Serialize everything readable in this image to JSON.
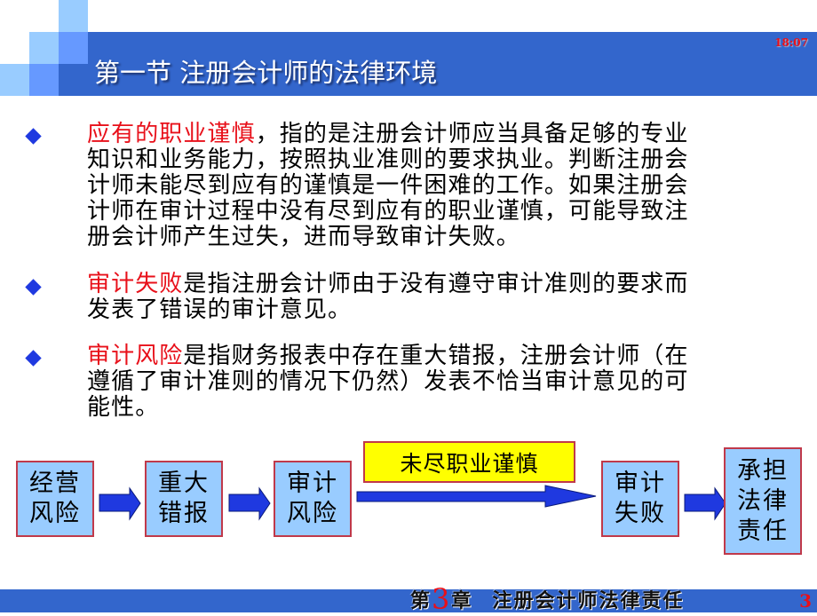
{
  "header": {
    "title": "第一节 注册会计师的法律环境",
    "clock": "18:07"
  },
  "bullets": [
    {
      "highlight": "应有的职业谨慎",
      "lines": [
        "，指的是注册会计师应当具备足够的专业",
        "知识和业务能力，按照执业准则的要求执业。判断注册会",
        "计师未能尽到应有的谨慎是一件困难的工作。如果注册会",
        "计师在审计过程中没有尽到应有的职业谨慎，可能导致注",
        "册会计师产生过失，进而导致审计失败。"
      ]
    },
    {
      "highlight": "审计失败",
      "lines": [
        "是指注册会计师由于没有遵守审计准则的要求而",
        "发表了错误的审计意见。"
      ]
    },
    {
      "highlight": "审计风险",
      "lines": [
        "是指财务报表中存在重大错报，注册会计师（在",
        "遵循了审计准则的情况下仍然）发表不恰当审计意见的可",
        "能性。"
      ]
    }
  ],
  "diagram": {
    "boxes": [
      {
        "line1": "经营",
        "line2": "风险"
      },
      {
        "line1": "重大",
        "line2": "错报"
      },
      {
        "line1": "审计",
        "line2": "风险"
      },
      {
        "line1": "审计",
        "line2": "失败"
      },
      {
        "line1": "承担",
        "line2": "法律",
        "line3": "责任"
      }
    ],
    "condition_label": "未尽职业谨慎"
  },
  "footer": {
    "prefix": "第",
    "chapter_number": "3",
    "suffix": "章",
    "chapter_title": "注册会计师法律责任",
    "page_number": "3"
  },
  "colors": {
    "title_bar": "#3366cc",
    "highlight_text": "#e8101a",
    "bullet": "#1f39e0",
    "box_fill": "#99ccff",
    "box_border": "#c0394a",
    "label_fill": "#ffff00",
    "arrow": "#1f39e0"
  }
}
